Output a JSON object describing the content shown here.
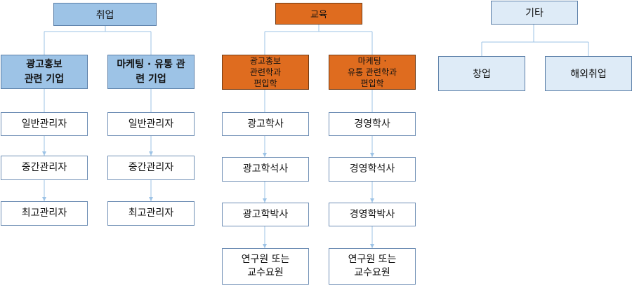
{
  "diagram": {
    "employment": {
      "title": "취업",
      "left": {
        "title": "광고홍보\n관련 기업",
        "steps": [
          "일반관리자",
          "중간관리자",
          "최고관리자"
        ]
      },
      "right": {
        "title": "마케팅 · 유통 관\n련 기업",
        "steps": [
          "일반관리자",
          "중간관리자",
          "최고관리자"
        ]
      }
    },
    "education": {
      "title": "교육",
      "left": {
        "title": "광고홍보\n관련학과\n편입학",
        "steps": [
          "광고학사",
          "광고학석사",
          "광고학박사",
          "연구원 또는\n교수요원"
        ]
      },
      "right": {
        "title": "마케팅 ·\n유통 관련학과\n편입학",
        "steps": [
          "경영학사",
          "경영학석사",
          "경영학박사",
          "연구원 또는\n교수요원"
        ]
      }
    },
    "other": {
      "title": "기타",
      "left": {
        "title": "창업"
      },
      "right": {
        "title": "해외취업"
      }
    }
  },
  "colors": {
    "blue": "#9dc3e6",
    "orange": "#df6c1f",
    "light_blue": "#deebf7",
    "connector": "#9dc3e6"
  }
}
